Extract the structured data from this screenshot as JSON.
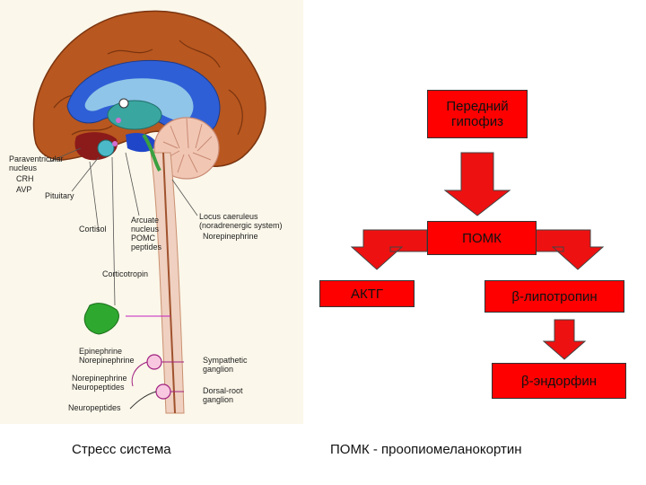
{
  "brain_figure": {
    "labels": {
      "paraventricular": "Paraventricular\nnucleus",
      "crh": "CRH",
      "avp": "AVP",
      "pituitary": "Pituitary",
      "cortisol": "Cortisol",
      "arcuate": "Arcuate\nnucleus\nPOMC\npeptides",
      "locus": "Locus caeruleus\n(noradrenergic system)",
      "norepinephrine": "Norepinephrine",
      "corticotropin": "Corticotropin",
      "epinephrine": "Epinephrine\nNorepinephrine",
      "norepi_neuro": "Norepinephrine\nNeuropeptides",
      "sympathetic": "Sympathetic\nganglion",
      "dorsal_root": "Dorsal-root\nganglion",
      "neuropeptides": "Neuropeptides"
    }
  },
  "flow": {
    "anterior_pituitary": "Передний\nгипофиз",
    "pomc": "ПОМК",
    "actg": "АКТГ",
    "beta_lipotropin": "β-липотропин",
    "beta_endorphin": "β-эндорфин"
  },
  "captions": {
    "left": "Стресс система",
    "right": "ПОМК - проопиомеланокортин"
  },
  "colors": {
    "box_fill": "#ff0000",
    "arrow_fill": "#ee1111"
  }
}
